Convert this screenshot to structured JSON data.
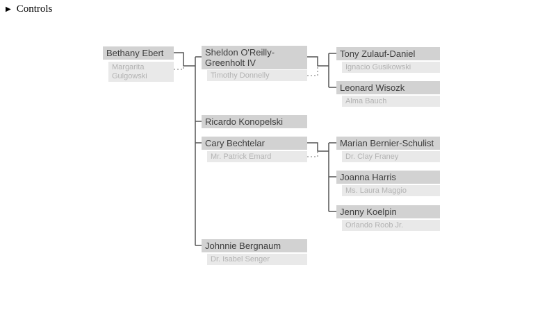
{
  "controls": {
    "label": "Controls",
    "marker_icon": "▶"
  },
  "colors": {
    "main_box": "#d2d2d2",
    "spouse_box": "#e9e9e9",
    "main_text": "#3d3d3d",
    "spouse_text": "#b2b2b2",
    "line": "#555555",
    "dash": "#8f8f8f",
    "page_bg": "#ffffff"
  },
  "tree": {
    "root": {
      "name": "Bethany Ebert",
      "spouse": "Margarita Gulgowski",
      "children": [
        {
          "name": "Sheldon O'Reilly-Greenholt IV",
          "spouse": "Timothy Donnelly",
          "children": [
            {
              "name": "Tony Zulauf-Daniel",
              "spouse": "Ignacio Gusikowski"
            },
            {
              "name": "Leonard Wisozk",
              "spouse": "Alma Bauch"
            }
          ]
        },
        {
          "name": "Ricardo Konopelski"
        },
        {
          "name": "Cary Bechtelar",
          "spouse": "Mr. Patrick Emard",
          "children": [
            {
              "name": "Marian Bernier-Schulist",
              "spouse": "Dr. Clay Franey"
            },
            {
              "name": "Joanna Harris",
              "spouse": "Ms. Laura Maggio"
            },
            {
              "name": "Jenny Koelpin",
              "spouse": "Orlando Roob Jr."
            }
          ]
        },
        {
          "name": "Johnnie Bergnaum",
          "spouse": "Dr. Isabel Senger"
        }
      ]
    }
  }
}
